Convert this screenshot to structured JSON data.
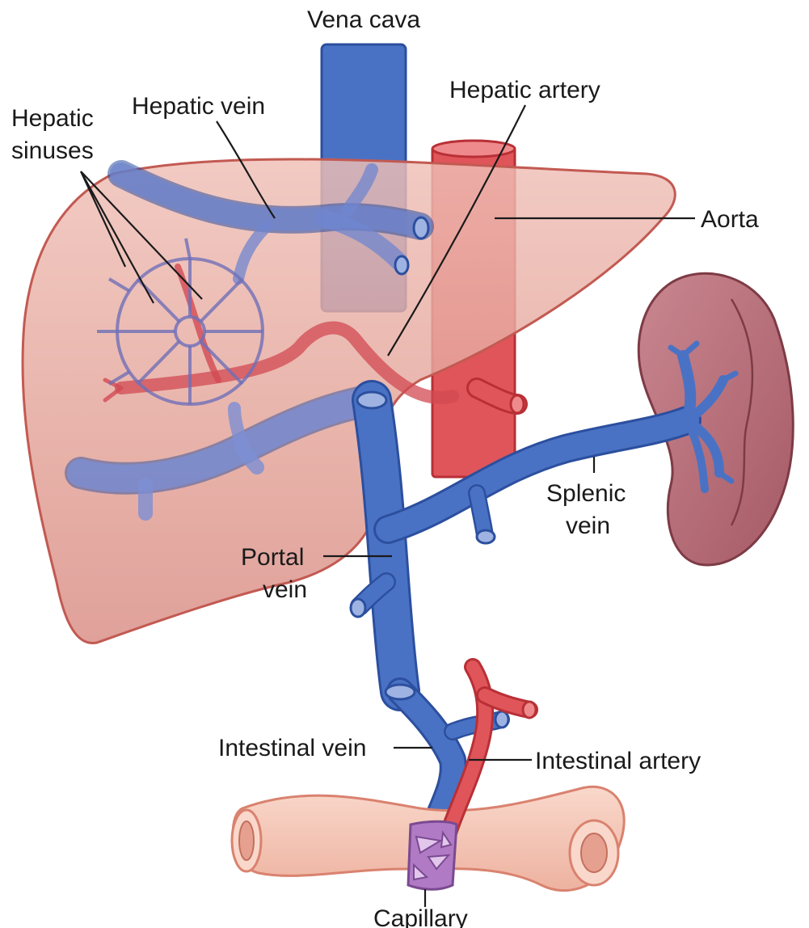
{
  "colors": {
    "liver_fill": "#e6a9a0",
    "liver_edge": "#c25a52",
    "vein": "#4a72c4",
    "vein_edge": "#2c4f9e",
    "artery": "#e0555a",
    "artery_edge": "#b83036",
    "spleen": "#b86f78",
    "intestine": "#f4c5b5",
    "capillary": "#b17ac4"
  },
  "labels": {
    "vena_cava": "Vena cava",
    "hepatic_sinuses_line1": "Hepatic",
    "hepatic_sinuses_line2": "sinuses",
    "hepatic_vein": "Hepatic vein",
    "hepatic_artery": "Hepatic artery",
    "aorta": "Aorta",
    "splenic_vein_line1": "Splenic",
    "splenic_vein_line2": "vein",
    "portal_vein_line1": "Portal",
    "portal_vein_line2": "vein",
    "intestinal_vein": "Intestinal vein",
    "intestinal_artery": "Intestinal artery",
    "capillary": "Capillary"
  }
}
